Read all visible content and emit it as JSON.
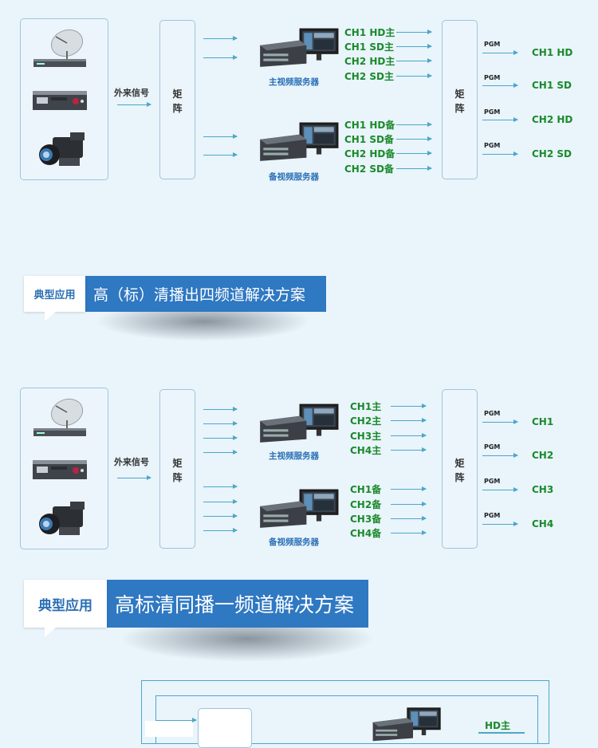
{
  "diagram1": {
    "ext_signal": "外来信号",
    "matrix_left": "矩\n阵",
    "matrix_right": "矩\n阵",
    "main_server": "主视频服务器",
    "backup_server": "备视频服务器",
    "main_outputs": [
      "CH1 HD主",
      "CH1 SD主",
      "CH2 HD主",
      "CH2 SD主"
    ],
    "backup_outputs": [
      "CH1 HD备",
      "CH1 SD备",
      "CH2 HD备",
      "CH2 SD备"
    ],
    "pgm_label": "PGM",
    "pgm_outputs": [
      "CH1 HD",
      "CH1 SD",
      "CH2 HD",
      "CH2 SD"
    ]
  },
  "banner1": {
    "tag": "典型应用",
    "title": "高（标）清播出四频道解决方案"
  },
  "diagram2": {
    "ext_signal": "外来信号",
    "matrix_left": "矩\n阵",
    "matrix_right": "矩\n阵",
    "main_server": "主视频服务器",
    "backup_server": "备视频服务器",
    "main_outputs": [
      "CH1主",
      "CH2主",
      "CH3主",
      "CH4主"
    ],
    "backup_outputs": [
      "CH1备",
      "CH2备",
      "CH3备",
      "CH4备"
    ],
    "pgm_label": "PGM",
    "pgm_outputs": [
      "CH1",
      "CH2",
      "CH3",
      "CH4"
    ]
  },
  "banner2": {
    "tag": "典型应用",
    "title": "高标清同播一频道解决方案"
  },
  "diagram3": {
    "output_partial": "HD主"
  },
  "colors": {
    "accent": "#2f78c2",
    "green_text": "#1a8a2a",
    "arrow": "#4da7c8",
    "box_border": "#9fc4dc"
  }
}
